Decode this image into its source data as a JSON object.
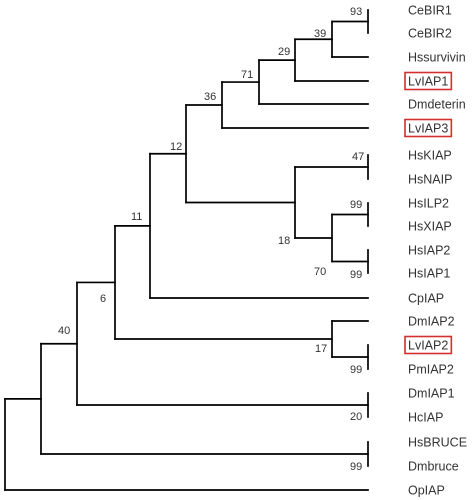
{
  "tree": {
    "leaves": [
      {
        "id": "CeBIR1",
        "label": "CeBIR1"
      },
      {
        "id": "CeBIR2",
        "label": "CeBIR2"
      },
      {
        "id": "Hssurvivin",
        "label": "Hssurvivin"
      },
      {
        "id": "LvIAP1",
        "label": "LvIAP1",
        "highlight": true
      },
      {
        "id": "Dmdeterin",
        "label": "Dmdeterin"
      },
      {
        "id": "LvIAP3",
        "label": "LvIAP3",
        "highlight": true
      },
      {
        "id": "HsKIAP",
        "label": "HsKIAP"
      },
      {
        "id": "HsNAIP",
        "label": "HsNAIP"
      },
      {
        "id": "HsILP2",
        "label": "HsILP2"
      },
      {
        "id": "HsXIAP",
        "label": "HsXIAP"
      },
      {
        "id": "HsIAP2",
        "label": "HsIAP2"
      },
      {
        "id": "HsIAP1",
        "label": "HsIAP1"
      },
      {
        "id": "CpIAP",
        "label": "CpIAP"
      },
      {
        "id": "DmIAP2",
        "label": "DmIAP2"
      },
      {
        "id": "LvIAP2",
        "label": "LvIAP2",
        "highlight": true
      },
      {
        "id": "PmIAP2",
        "label": "PmIAP2"
      },
      {
        "id": "DmIAP1",
        "label": "DmIAP1"
      },
      {
        "id": "HcIAP",
        "label": "HcIAP"
      },
      {
        "id": "HsBRUCE",
        "label": "HsBRUCE"
      },
      {
        "id": "Dmbruce",
        "label": "Dmbruce"
      },
      {
        "id": "OpIAP",
        "label": "OpIAP"
      }
    ],
    "bootstrap": [
      {
        "id": "n93",
        "value": "93"
      },
      {
        "id": "n39",
        "value": "39"
      },
      {
        "id": "n29",
        "value": "29"
      },
      {
        "id": "n71",
        "value": "71"
      },
      {
        "id": "n36",
        "value": "36"
      },
      {
        "id": "n12",
        "value": "12"
      },
      {
        "id": "n47",
        "value": "47"
      },
      {
        "id": "n18",
        "value": "18"
      },
      {
        "id": "n99a",
        "value": "99"
      },
      {
        "id": "n70",
        "value": "70"
      },
      {
        "id": "n99b",
        "value": "99"
      },
      {
        "id": "n11",
        "value": "11"
      },
      {
        "id": "n6",
        "value": "6"
      },
      {
        "id": "n17",
        "value": "17"
      },
      {
        "id": "n99c",
        "value": "99"
      },
      {
        "id": "n40",
        "value": "40"
      },
      {
        "id": "n20",
        "value": "20"
      },
      {
        "id": "n99d",
        "value": "99"
      }
    ],
    "highlight_color": "#d32f2f"
  }
}
